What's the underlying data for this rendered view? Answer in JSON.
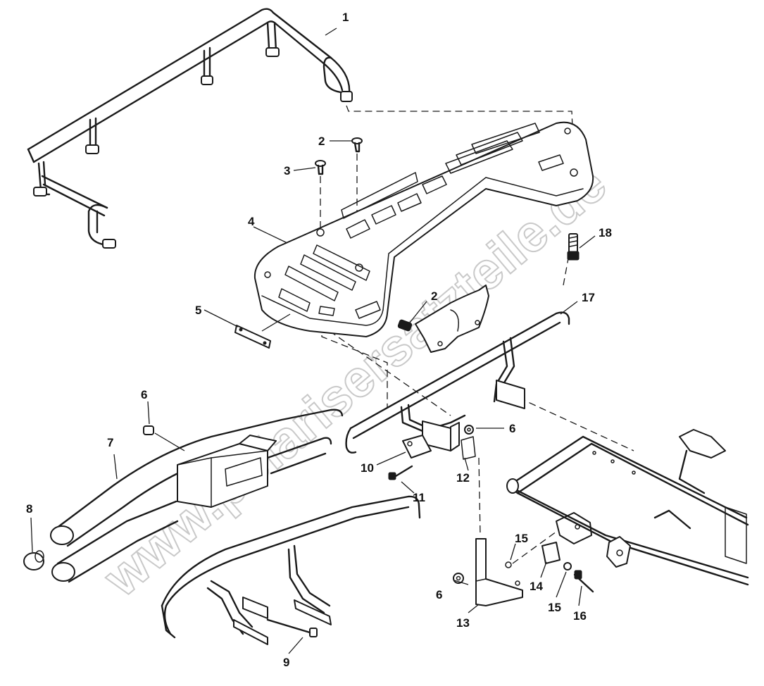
{
  "watermark": "www.polarisersatzteile.de",
  "callouts": [
    "1",
    "2",
    "3",
    "4",
    "2",
    "5",
    "17",
    "6",
    "6",
    "7",
    "10",
    "12",
    "11",
    "8",
    "15",
    "14",
    "6",
    "13",
    "15",
    "16",
    "9",
    "18"
  ],
  "colors": {
    "line": "#1a1a1a",
    "watermark": "#c9c9c9",
    "background": "#ffffff"
  }
}
